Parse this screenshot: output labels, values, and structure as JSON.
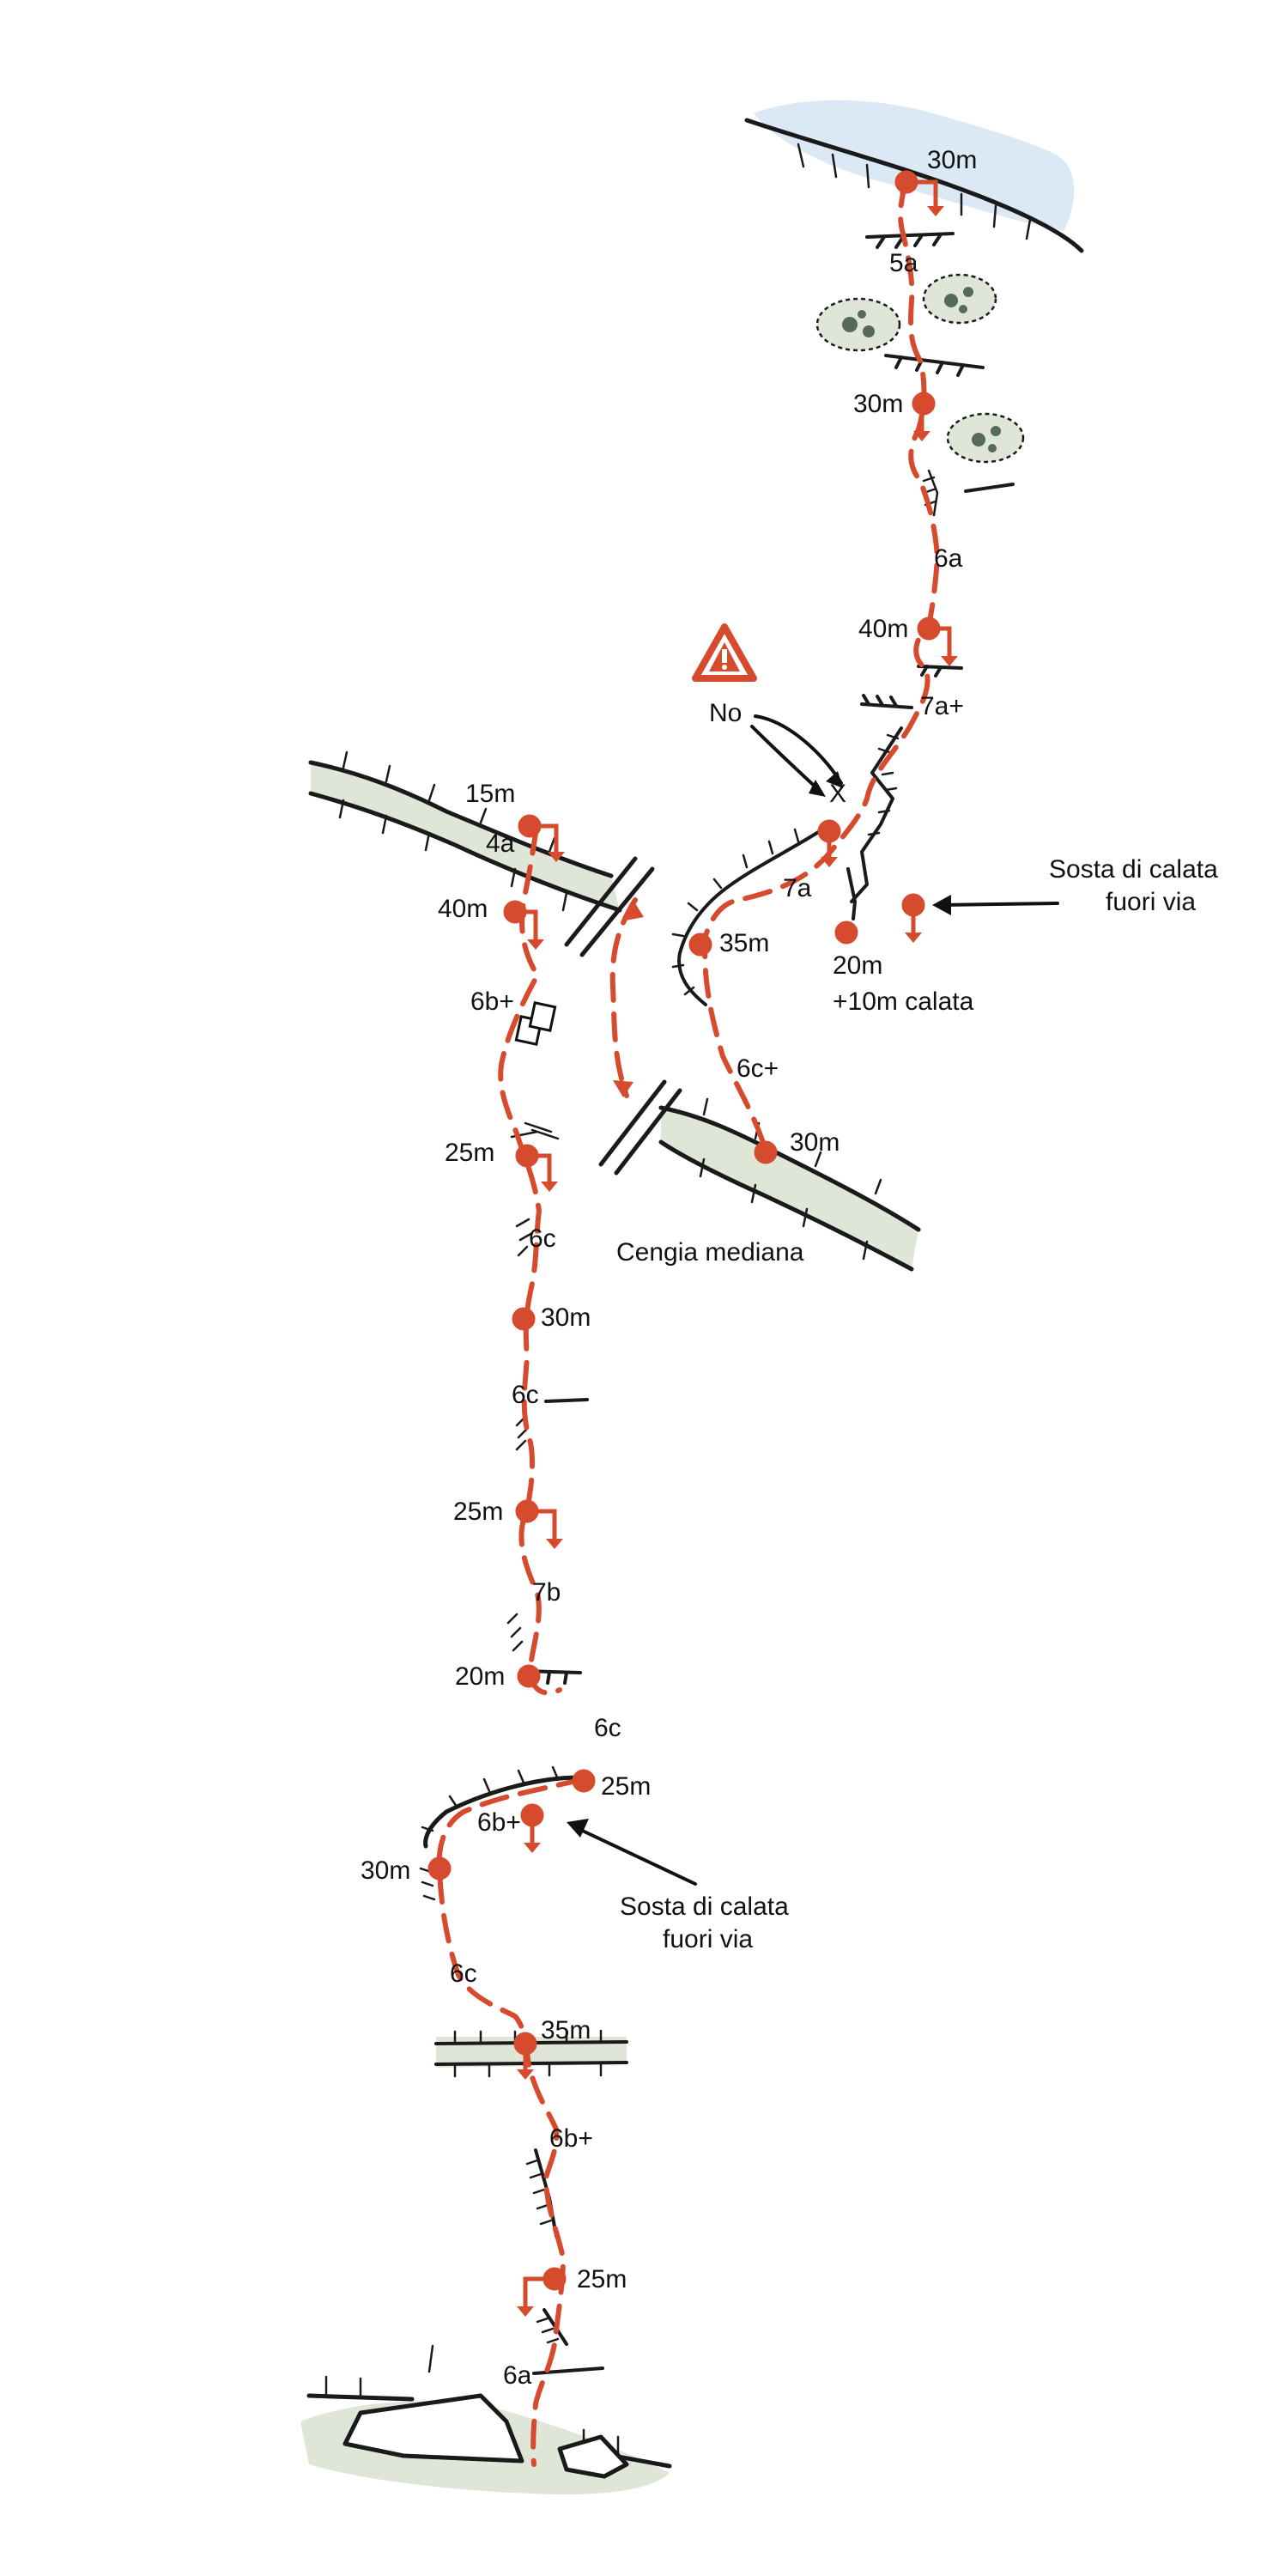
{
  "colors": {
    "route": "#d64a2e",
    "rock": "#1a1a1a",
    "ledge": "#dfe6d8",
    "snow": "#dbe8f6",
    "warning": "#d64a2e"
  },
  "labels": {
    "l_30m_top": "30m",
    "l_5a": "5a",
    "l_30m_b": "30m",
    "l_6a_top": "6a",
    "l_40m_c": "40m",
    "l_7aplus": "7a+",
    "l_no": "No",
    "l_x": "X",
    "l_15m": "15m",
    "l_4a": "4a",
    "l_40m_left": "40m",
    "l_7a": "7a",
    "l_35m_mid": "35m",
    "l_20m_right": "20m",
    "l_calata_10m": "+10m calata",
    "l_sosta1_line1": "Sosta di calata",
    "l_sosta1_line2": "fuori via",
    "l_6bplus_a": "6b+",
    "l_6cplus": "6c+",
    "l_25m_a": "25m",
    "l_30m_ledge": "30m",
    "l_6c_a": "6c",
    "l_cengia": "Cengia mediana",
    "l_30m_d": "30m",
    "l_6c_b": "6c",
    "l_25m_b": "25m",
    "l_7b": "7b",
    "l_20m_left": "20m",
    "l_6c_c": "6c",
    "l_25m_c": "25m",
    "l_6bplus_b": "6b+",
    "l_30m_e": "30m",
    "l_sosta2_line1": "Sosta di calata",
    "l_sosta2_line2": "fuori via",
    "l_6c_d": "6c",
    "l_35m_low": "35m",
    "l_6bplus_c": "6b+",
    "l_25m_bottom": "25m",
    "l_6a_bottom": "6a"
  }
}
